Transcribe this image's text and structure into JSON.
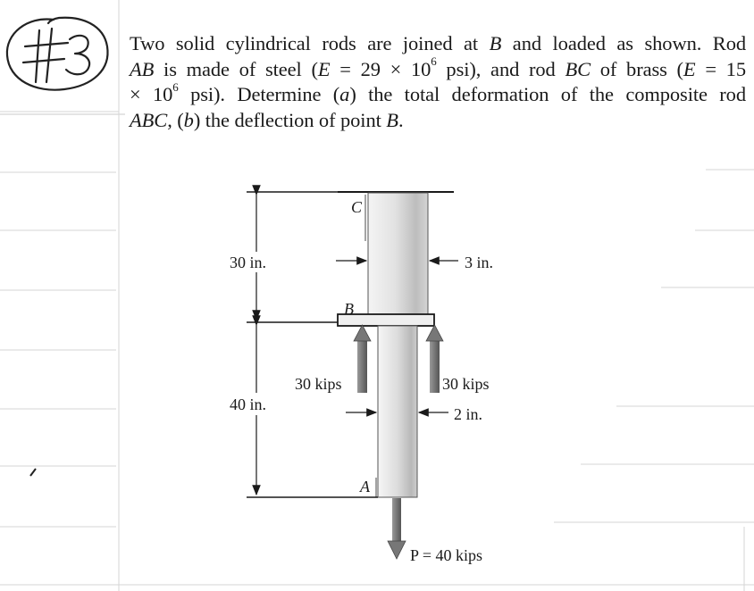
{
  "handwritten_mark": "#3",
  "problem": {
    "lines": [
      [
        "Two solid cylindrical rods are joined at ",
        {
          "it": "B"
        },
        " and loaded as shown. Rod"
      ],
      [
        {
          "it": "AB"
        },
        " is made of steel (",
        {
          "it": "E"
        },
        " = 29 × 10",
        {
          "sup": "6"
        },
        " psi), and rod ",
        {
          "it": "BC"
        },
        " of brass (",
        {
          "it": "E"
        },
        " = 15"
      ],
      [
        "× 10",
        {
          "sup": "6"
        },
        " psi). Determine (",
        {
          "it": "a"
        },
        ") the total deformation of the composite rod"
      ],
      [
        {
          "it": "ABC"
        },
        ", (",
        {
          "it": "b"
        },
        ") the deflection of point ",
        {
          "it": "B"
        },
        "."
      ]
    ]
  },
  "diagram": {
    "point_c": "C",
    "point_b": "B",
    "point_a": "A",
    "dim_bc_length": "30 in.",
    "dim_ab_length": "40 in.",
    "dim_bc_diameter": "3 in.",
    "dim_ab_diameter": "2 in.",
    "load_left": "30 kips",
    "load_right": "30 kips",
    "load_p_symbol": "P",
    "load_p_value": " = 40 kips"
  }
}
